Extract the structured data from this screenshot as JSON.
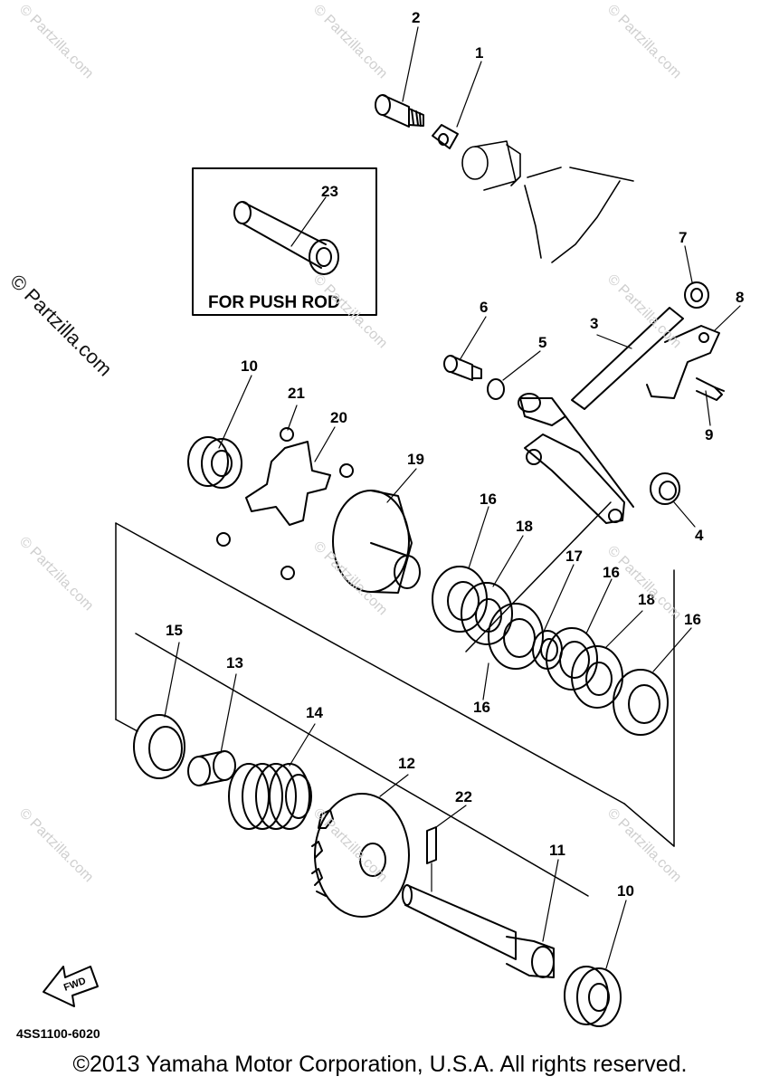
{
  "watermark": "© Partzilla.com",
  "inset": {
    "label": "FOR PUSH ROD",
    "part": "23"
  },
  "fwd_label": "FWD",
  "diagram_code": "4SS1100-6020",
  "copyright": "©2013 Yamaha Motor Corporation, U.S.A. All rights reserved.",
  "callouts": [
    "2",
    "1",
    "23",
    "7",
    "6",
    "8",
    "3",
    "5",
    "10",
    "21",
    "20",
    "9",
    "19",
    "4",
    "16",
    "18",
    "17",
    "16",
    "18",
    "16",
    "15",
    "13",
    "14",
    "16",
    "12",
    "22",
    "11",
    "10"
  ]
}
